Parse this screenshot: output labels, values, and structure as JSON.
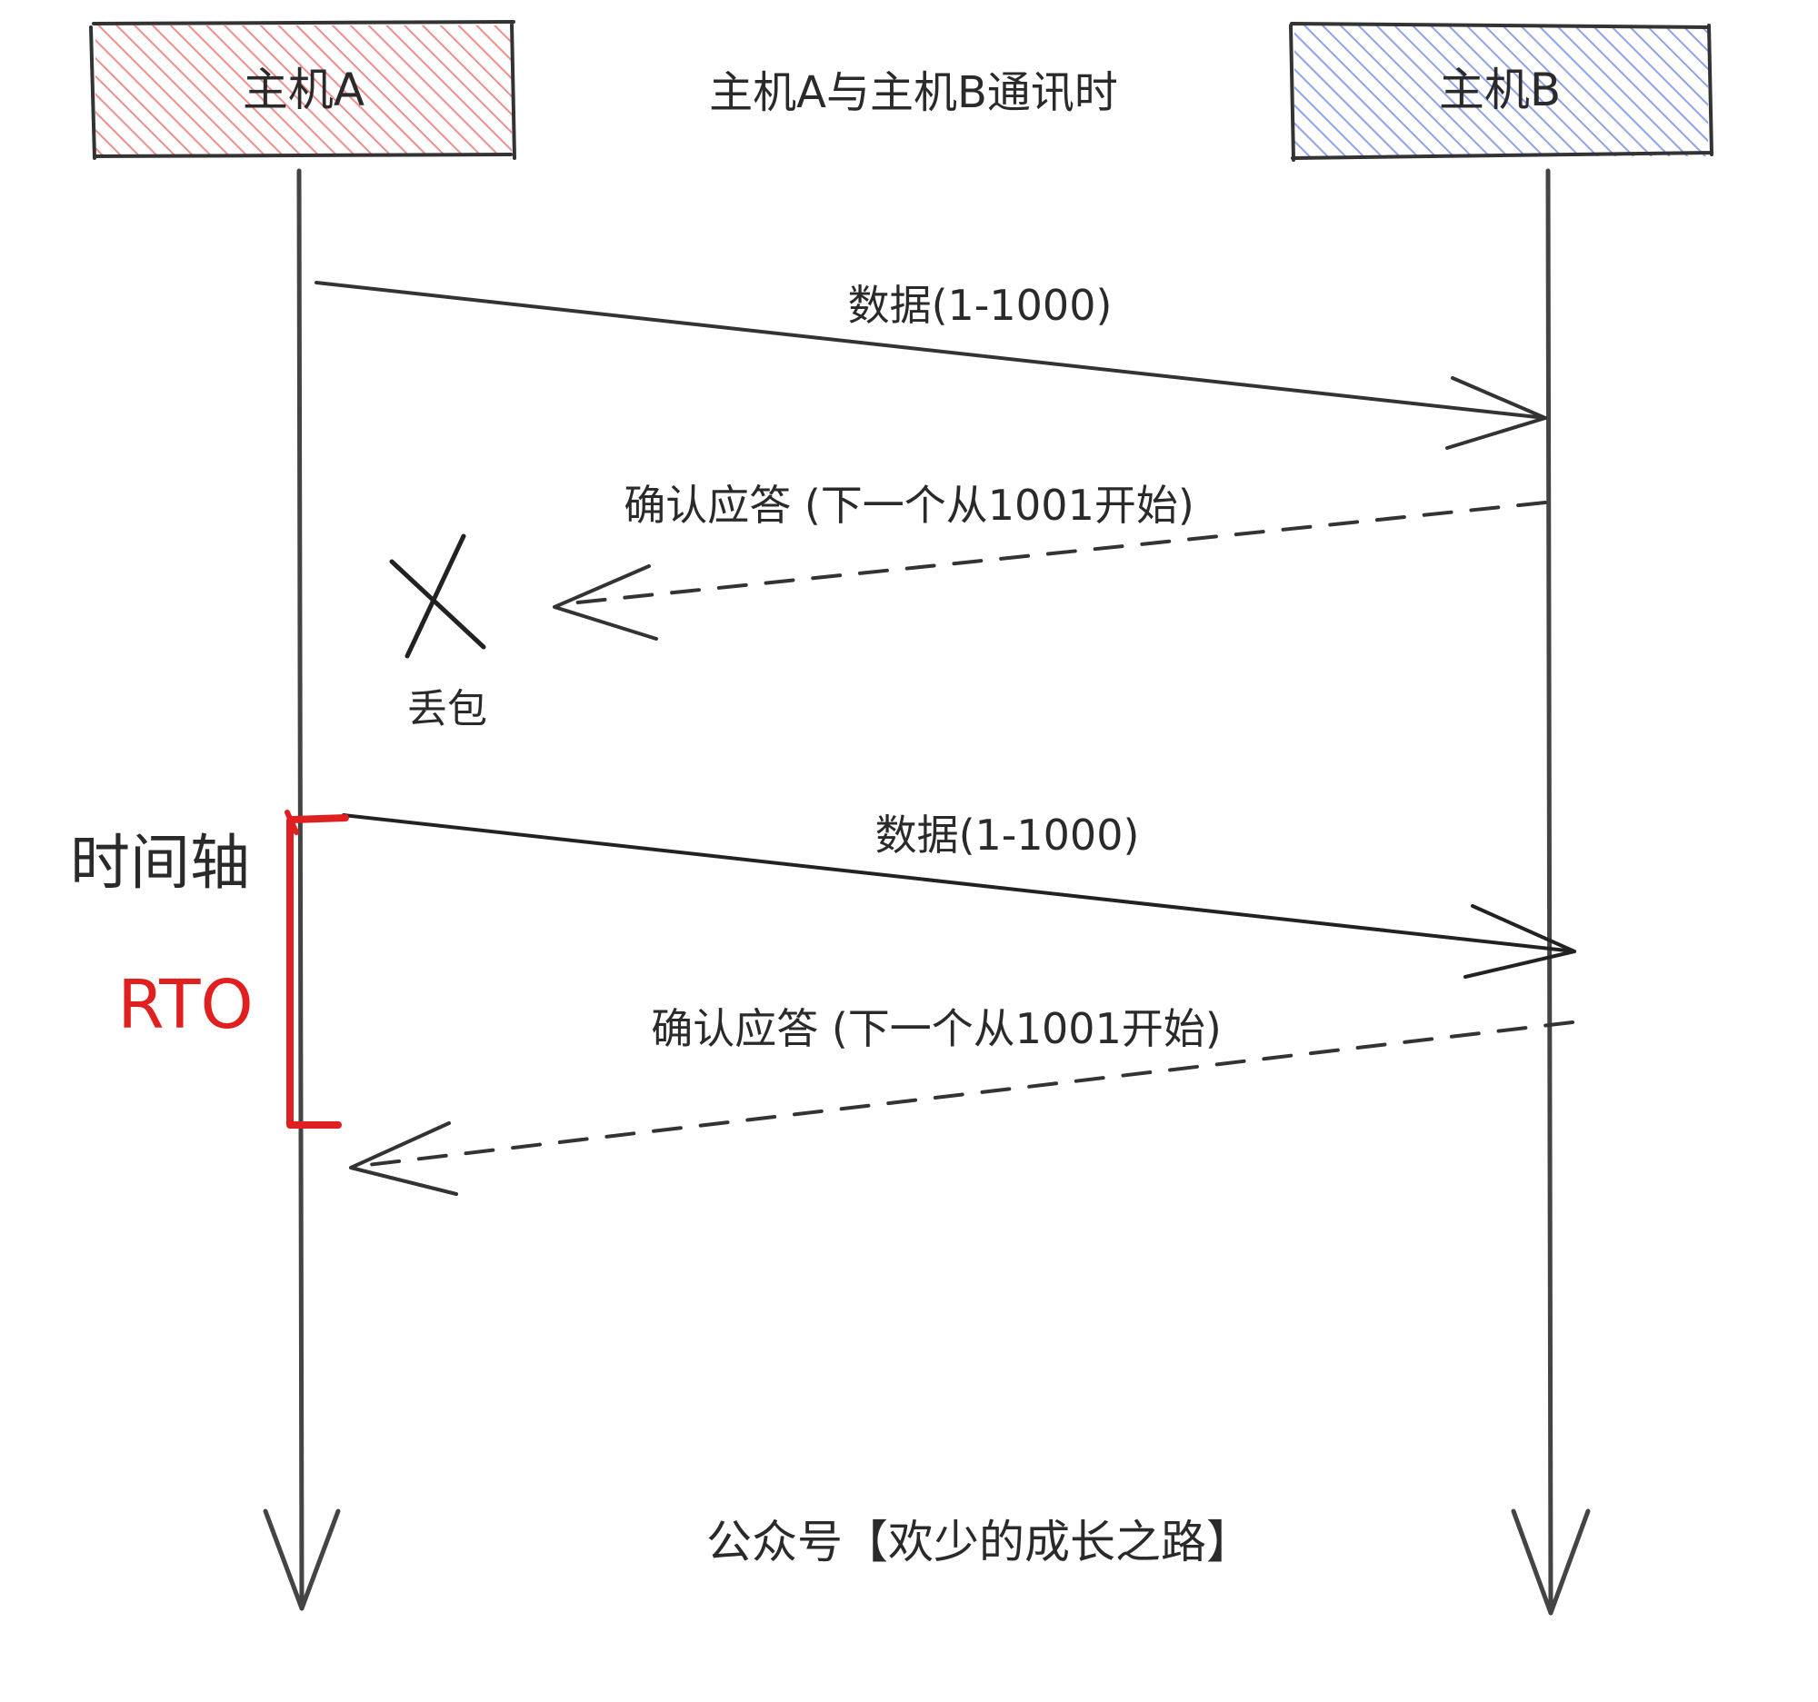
{
  "title": "主机A与主机B通讯时",
  "hosts": {
    "a": {
      "label": "主机A",
      "fill": "#f4a6a6",
      "stroke": "#d64545"
    },
    "b": {
      "label": "主机B",
      "fill": "#a9b8ee",
      "stroke": "#4a64d4"
    }
  },
  "messages": [
    {
      "label": "数据(1-1000)",
      "direction": "A→B",
      "style": "solid"
    },
    {
      "label": "确认应答 (下一个从1001开始)",
      "direction": "B→A",
      "style": "dashed",
      "lost": true
    },
    {
      "label": "数据(1-1000)",
      "direction": "A→B",
      "style": "solid"
    },
    {
      "label": "确认应答 (下一个从1001开始)",
      "direction": "B→A",
      "style": "dashed"
    }
  ],
  "loss_label": "丢包",
  "timeline_label": "时间轴",
  "rto": {
    "label": "RTO",
    "color": "#e02020"
  },
  "watermark": "公众号【欢少的成长之路】"
}
